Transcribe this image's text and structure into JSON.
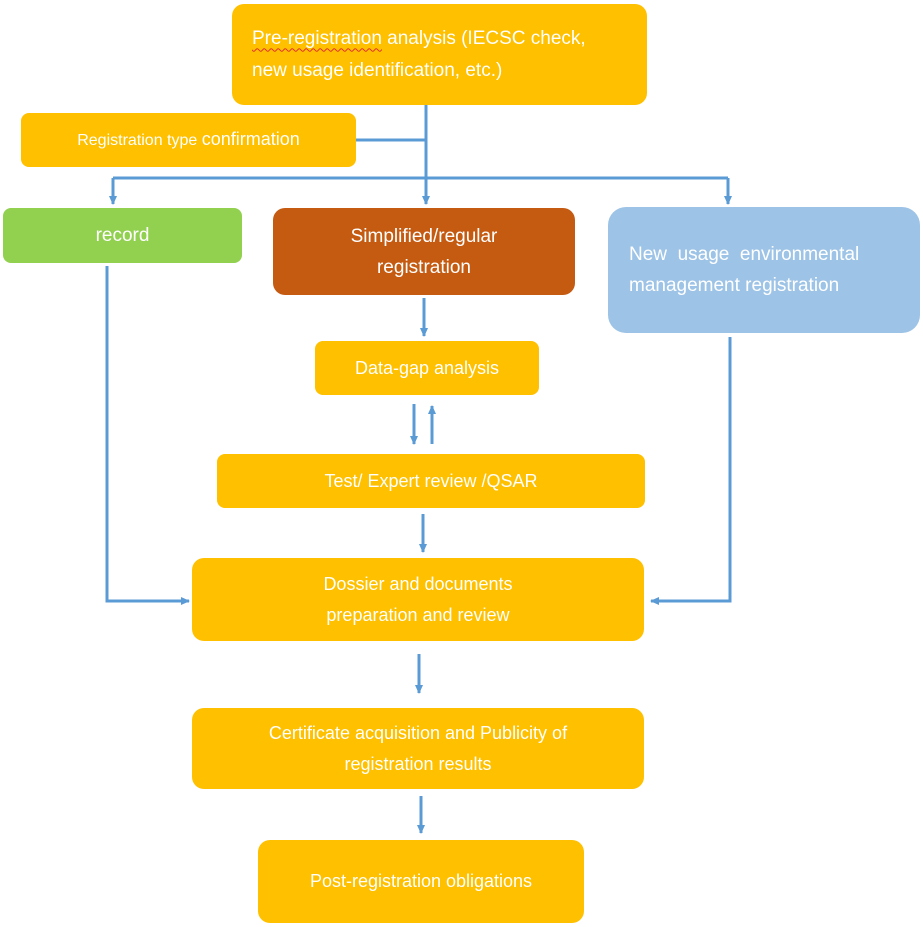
{
  "diagram": {
    "pre_registration": {
      "line1_a": "Pre-registration",
      "line1_b": " analysis  (IECSC check,",
      "line2": "new usage identification, etc.)"
    },
    "type_confirmation": {
      "part_a": "Registration type ",
      "part_b": "confirmation"
    },
    "record": "record",
    "simplified": {
      "line1": "Simplified/regular",
      "line2": "registration"
    },
    "new_usage": {
      "line1": "New  usage  environmental",
      "line2": "management registration"
    },
    "data_gap": "Data-gap analysis",
    "test_review": "Test/ Expert review /QSAR",
    "dossier": {
      "line1": "Dossier and documents",
      "line2": "preparation and review"
    },
    "certificate": {
      "line1": "Certificate acquisition and Publicity of",
      "line2": "registration results"
    },
    "post_registration": "Post-registration obligations",
    "colors": {
      "process_box": "#ffc000",
      "record_box": "#92d050",
      "registration_box": "#c55a11",
      "new_usage_box": "#9dc3e6",
      "connector": "#5b9bd5",
      "text": "#ffffff"
    }
  }
}
